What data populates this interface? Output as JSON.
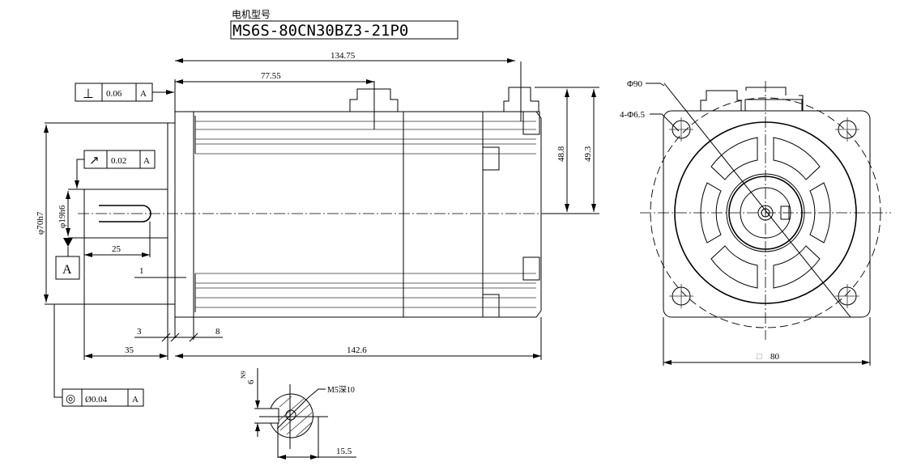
{
  "title": {
    "label": "电机型号",
    "model": "MS6S-80CN30BZ3-21P0"
  },
  "side_view": {
    "dims": {
      "overall": "134.75",
      "connector": "77.55",
      "h1": "48.8",
      "h2": "49.3",
      "pilot_dia": "φ70h7",
      "shaft_dia": "φ19h6",
      "key_len": "25",
      "pilot_step": "1",
      "flange_th": "3",
      "flange_gap": "8",
      "shaft_len": "35",
      "body_len": "142.6"
    },
    "gdt": {
      "perpendicularity": {
        "symbol": "⊥",
        "value": "0.06",
        "datum": "A"
      },
      "runout": {
        "symbol": "↗",
        "value": "0.02",
        "datum": "A"
      },
      "concentricity": {
        "symbol": "◎",
        "value": "Ø0.04",
        "datum": "A"
      },
      "datum_label": "A"
    }
  },
  "front_view": {
    "pcd": "Φ90",
    "holes": "4-Φ6.5",
    "square_symbol": "□",
    "square": "80"
  },
  "section_view": {
    "key_width": "6",
    "key_tol": "N9",
    "thread": "M5深10",
    "key_depth": "15.5"
  }
}
